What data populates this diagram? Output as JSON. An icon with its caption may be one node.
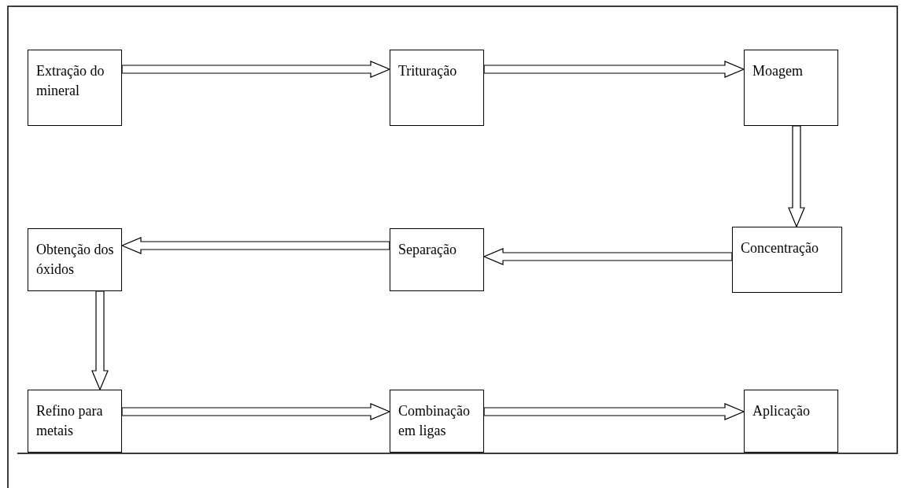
{
  "diagram": {
    "nodes": [
      {
        "text": [
          "Extração do mineral"
        ]
      },
      {
        "text": [
          "Trituração"
        ]
      },
      {
        "text": [
          "Moagem"
        ]
      },
      {
        "text": [
          "Obtenção dos óxidos"
        ]
      },
      {
        "text": [
          "Separação"
        ]
      },
      {
        "text": [
          "Concentração"
        ]
      },
      {
        "text": [
          "Refino para metais"
        ]
      },
      {
        "text": [
          "Combinação em ligas"
        ]
      },
      {
        "text": [
          "Aplicação"
        ]
      }
    ],
    "edges": [
      {
        "from": 0,
        "to": 1,
        "arrow": "to"
      },
      {
        "from": 1,
        "to": 2,
        "arrow": "to"
      },
      {
        "from": 2,
        "to": 5,
        "arrow": "to"
      },
      {
        "from": 5,
        "to": 4,
        "arrow": "to"
      },
      {
        "from": 4,
        "to": 3,
        "arrow": "to"
      },
      {
        "from": 3,
        "to": 6,
        "arrow": "to"
      },
      {
        "from": 6,
        "to": 7,
        "arrow": "to"
      },
      {
        "from": 7,
        "to": 8,
        "arrow": "to"
      }
    ]
  }
}
